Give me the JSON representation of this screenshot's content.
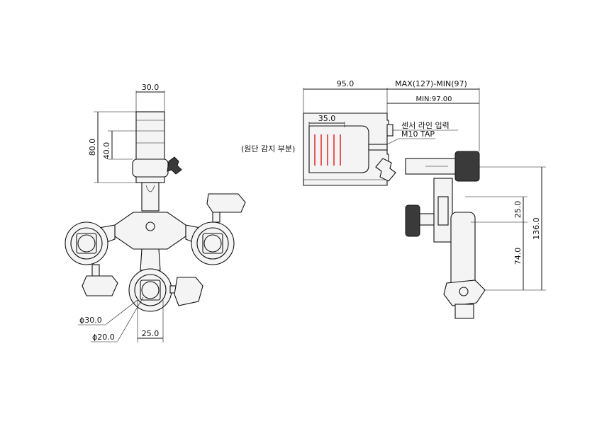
{
  "dimensions": {
    "left_width_top": "30.0",
    "left_height_outer": "80.0",
    "left_height_inner": "40.0",
    "bottom_width": "25.0",
    "diameter_outer": "ϕ30.0",
    "diameter_inner": "ϕ20.0",
    "right_width": "95.0",
    "right_range": "MAX(127)-MIN(97)",
    "right_min": "MIN:97.00",
    "inner_width": "35.0",
    "height_small": "25.0",
    "height_large": "136.0",
    "height_mid": "74.0"
  },
  "callouts": {
    "sensor_line": "센서 라인 입력",
    "tap": "M10 TAP",
    "fabric_sensing": "(원단 감지 부분)"
  },
  "colors": {
    "line": "#111111",
    "sensor_lines": "#e23030"
  }
}
